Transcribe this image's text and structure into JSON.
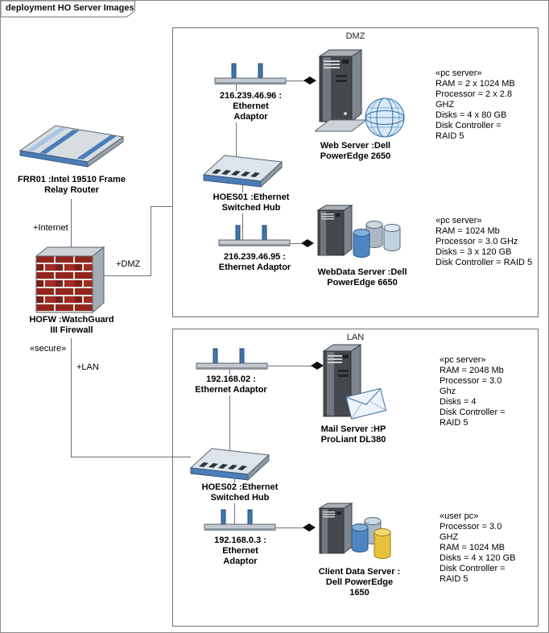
{
  "diagram": {
    "title": "deployment HO Server Images"
  },
  "colors": {
    "accent_blue": "#4b7db8",
    "brick_red": "#93251f",
    "line_gray": "#6a7480",
    "server_dark": "#45494e",
    "cylinder_yellow": "#e5c23c"
  },
  "icons": [
    "router-icon",
    "firewall-brick-wall-icon",
    "ethernet-adaptor-icon",
    "switch-hub-icon",
    "server-tower-icon",
    "globe-icon",
    "database-cylinder-icon",
    "envelope-icon",
    "composition-diamond-icon"
  ],
  "left": {
    "router_label": [
      "FRR01 :Intel 19510 Frame",
      "Relay Router"
    ],
    "internet_label": "+Internet",
    "firewall_label": [
      "HOFW :WatchGuard",
      "III Firewall"
    ],
    "dmz_edge_label": "+DMZ",
    "secure_label": "«secure»",
    "lan_edge_label": "+LAN"
  },
  "dmz": {
    "title": "DMZ",
    "adaptor1_label": [
      "216.239.46.96 :",
      "Ethernet",
      "Adaptor"
    ],
    "web_server_label": [
      "Web Server :Dell",
      "PowerEdge 2650"
    ],
    "web_server_spec": [
      "«pc server»",
      "RAM = 2 x 1024 MB",
      "Processor = 2 x 2.8",
      "GHZ",
      "Disks = 4 x 80 GB",
      "Disk Controller =",
      "RAID 5"
    ],
    "hub_label": [
      "HOES01 :Ethernet",
      "Switched Hub"
    ],
    "adaptor2_label": [
      "216.239.46.95 :",
      "Ethernet Adaptor"
    ],
    "webdata_server_label": [
      "WebData Server :Dell",
      "PowerEdge 6650"
    ],
    "webdata_server_spec": [
      "«pc server»",
      "RAM = 1024 Mb",
      "Processor = 3.0 GHz",
      "Disks = 3 x 120 GB",
      "Disk Controller = RAID 5"
    ]
  },
  "lan": {
    "title": "LAN",
    "adaptor3_label": [
      "192.168.02 :",
      "Ethernet Adaptor"
    ],
    "mail_server_label": [
      "Mail Server :HP",
      "ProLiant DL380"
    ],
    "mail_server_spec": [
      "«pc server»",
      "RAM = 2048 Mb",
      "Processor = 3.0",
      "Ghz",
      "Disks = 4",
      "Disk Controller =",
      "RAID 5"
    ],
    "hub_label": [
      "HOES02 :Ethernet",
      "Switched Hub"
    ],
    "adaptor4_label": [
      "192.168.0.3 :",
      "Ethernet",
      "Adaptor"
    ],
    "client_server_label": [
      "Client Data Server :",
      "Dell PowerEdge",
      "1650"
    ],
    "client_server_spec": [
      "«user pc»",
      "Processor = 3.0",
      "GHZ",
      "RAM = 1024 MB",
      "Disks = 4 x 120 GB",
      "Disk Controller =",
      "RAID 5"
    ]
  }
}
